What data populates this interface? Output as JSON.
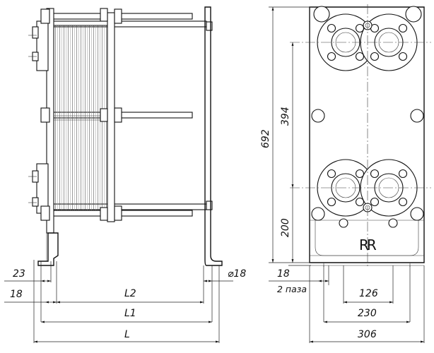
{
  "side_view": {
    "dim_L": "L",
    "dim_L1": "L1",
    "dim_L2": "L2",
    "dim_23": "23",
    "dim_18": "18",
    "dim_hole": "⌀18"
  },
  "front_view": {
    "dim_height": "692",
    "dim_pitch": "394",
    "dim_bottom": "200",
    "dim_slot": "18",
    "slot_note": "2 паза",
    "dim_126": "126",
    "dim_230": "230",
    "dim_306": "306",
    "logo_text": "RR"
  }
}
